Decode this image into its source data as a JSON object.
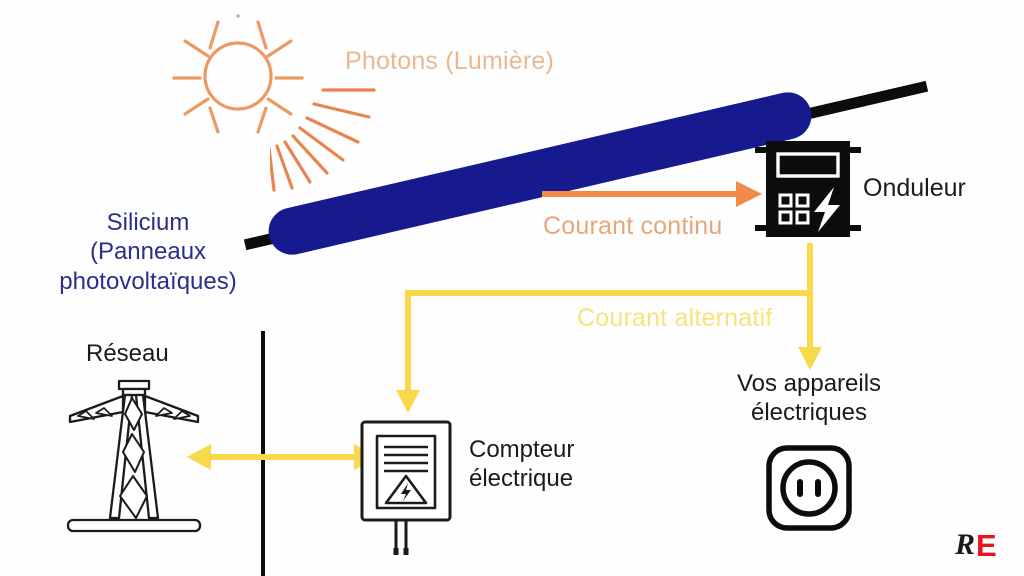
{
  "diagram": {
    "title": "Schema du fonctionnement d'une installation photovoltaique",
    "background_color": "#fefefe"
  },
  "labels": {
    "photons": "Photons (Lumière)",
    "silicium": "Silicium\n(Panneaux\nphotovoltaïques)",
    "courant_continu": "Courant continu",
    "onduleur": "Onduleur",
    "courant_alternatif": "Courant alternatif",
    "reseau": "Réseau",
    "compteur": "Compteur\nélectrique",
    "appareils": "Vos appareils\nélectriques"
  },
  "colors": {
    "panel_blue": "#161a8e",
    "roof_black": "#0c0c0c",
    "silicium_text": "#2b2f87",
    "photons_text": "#eab891",
    "dc_orange": "#f08a4b",
    "dc_text": "#e6a678",
    "ac_yellow": "#f8d94a",
    "ac_text": "#f7e37e",
    "body_text": "#1b1b1b",
    "logo_red": "#e8141c",
    "logo_dark": "#1b1b1b"
  },
  "icons": {
    "sun": "sun-icon",
    "photon_rays": "photon-rays-icon",
    "solar_panel": "solar-panel-shape",
    "inverter": "inverter-icon",
    "pylon": "transmission-tower-icon",
    "meter": "electric-meter-icon",
    "outlet": "power-outlet-icon"
  },
  "arrows": {
    "dc": {
      "name": "dc-arrow",
      "label": "Courant continu",
      "direction": "right",
      "color": "#f08a4b"
    },
    "ac_main": {
      "name": "ac-arrow-to-appliances",
      "label": "Courant alternatif",
      "direction": "down",
      "color": "#f8d94a"
    },
    "ac_branch": {
      "name": "ac-arrow-to-meter",
      "direction": "down",
      "color": "#f8d94a"
    },
    "grid": {
      "name": "grid-bidirectional-arrow",
      "direction": "bidirectional",
      "color": "#f8d94a"
    }
  },
  "logo": {
    "letter1": "R",
    "letter2": "E"
  }
}
